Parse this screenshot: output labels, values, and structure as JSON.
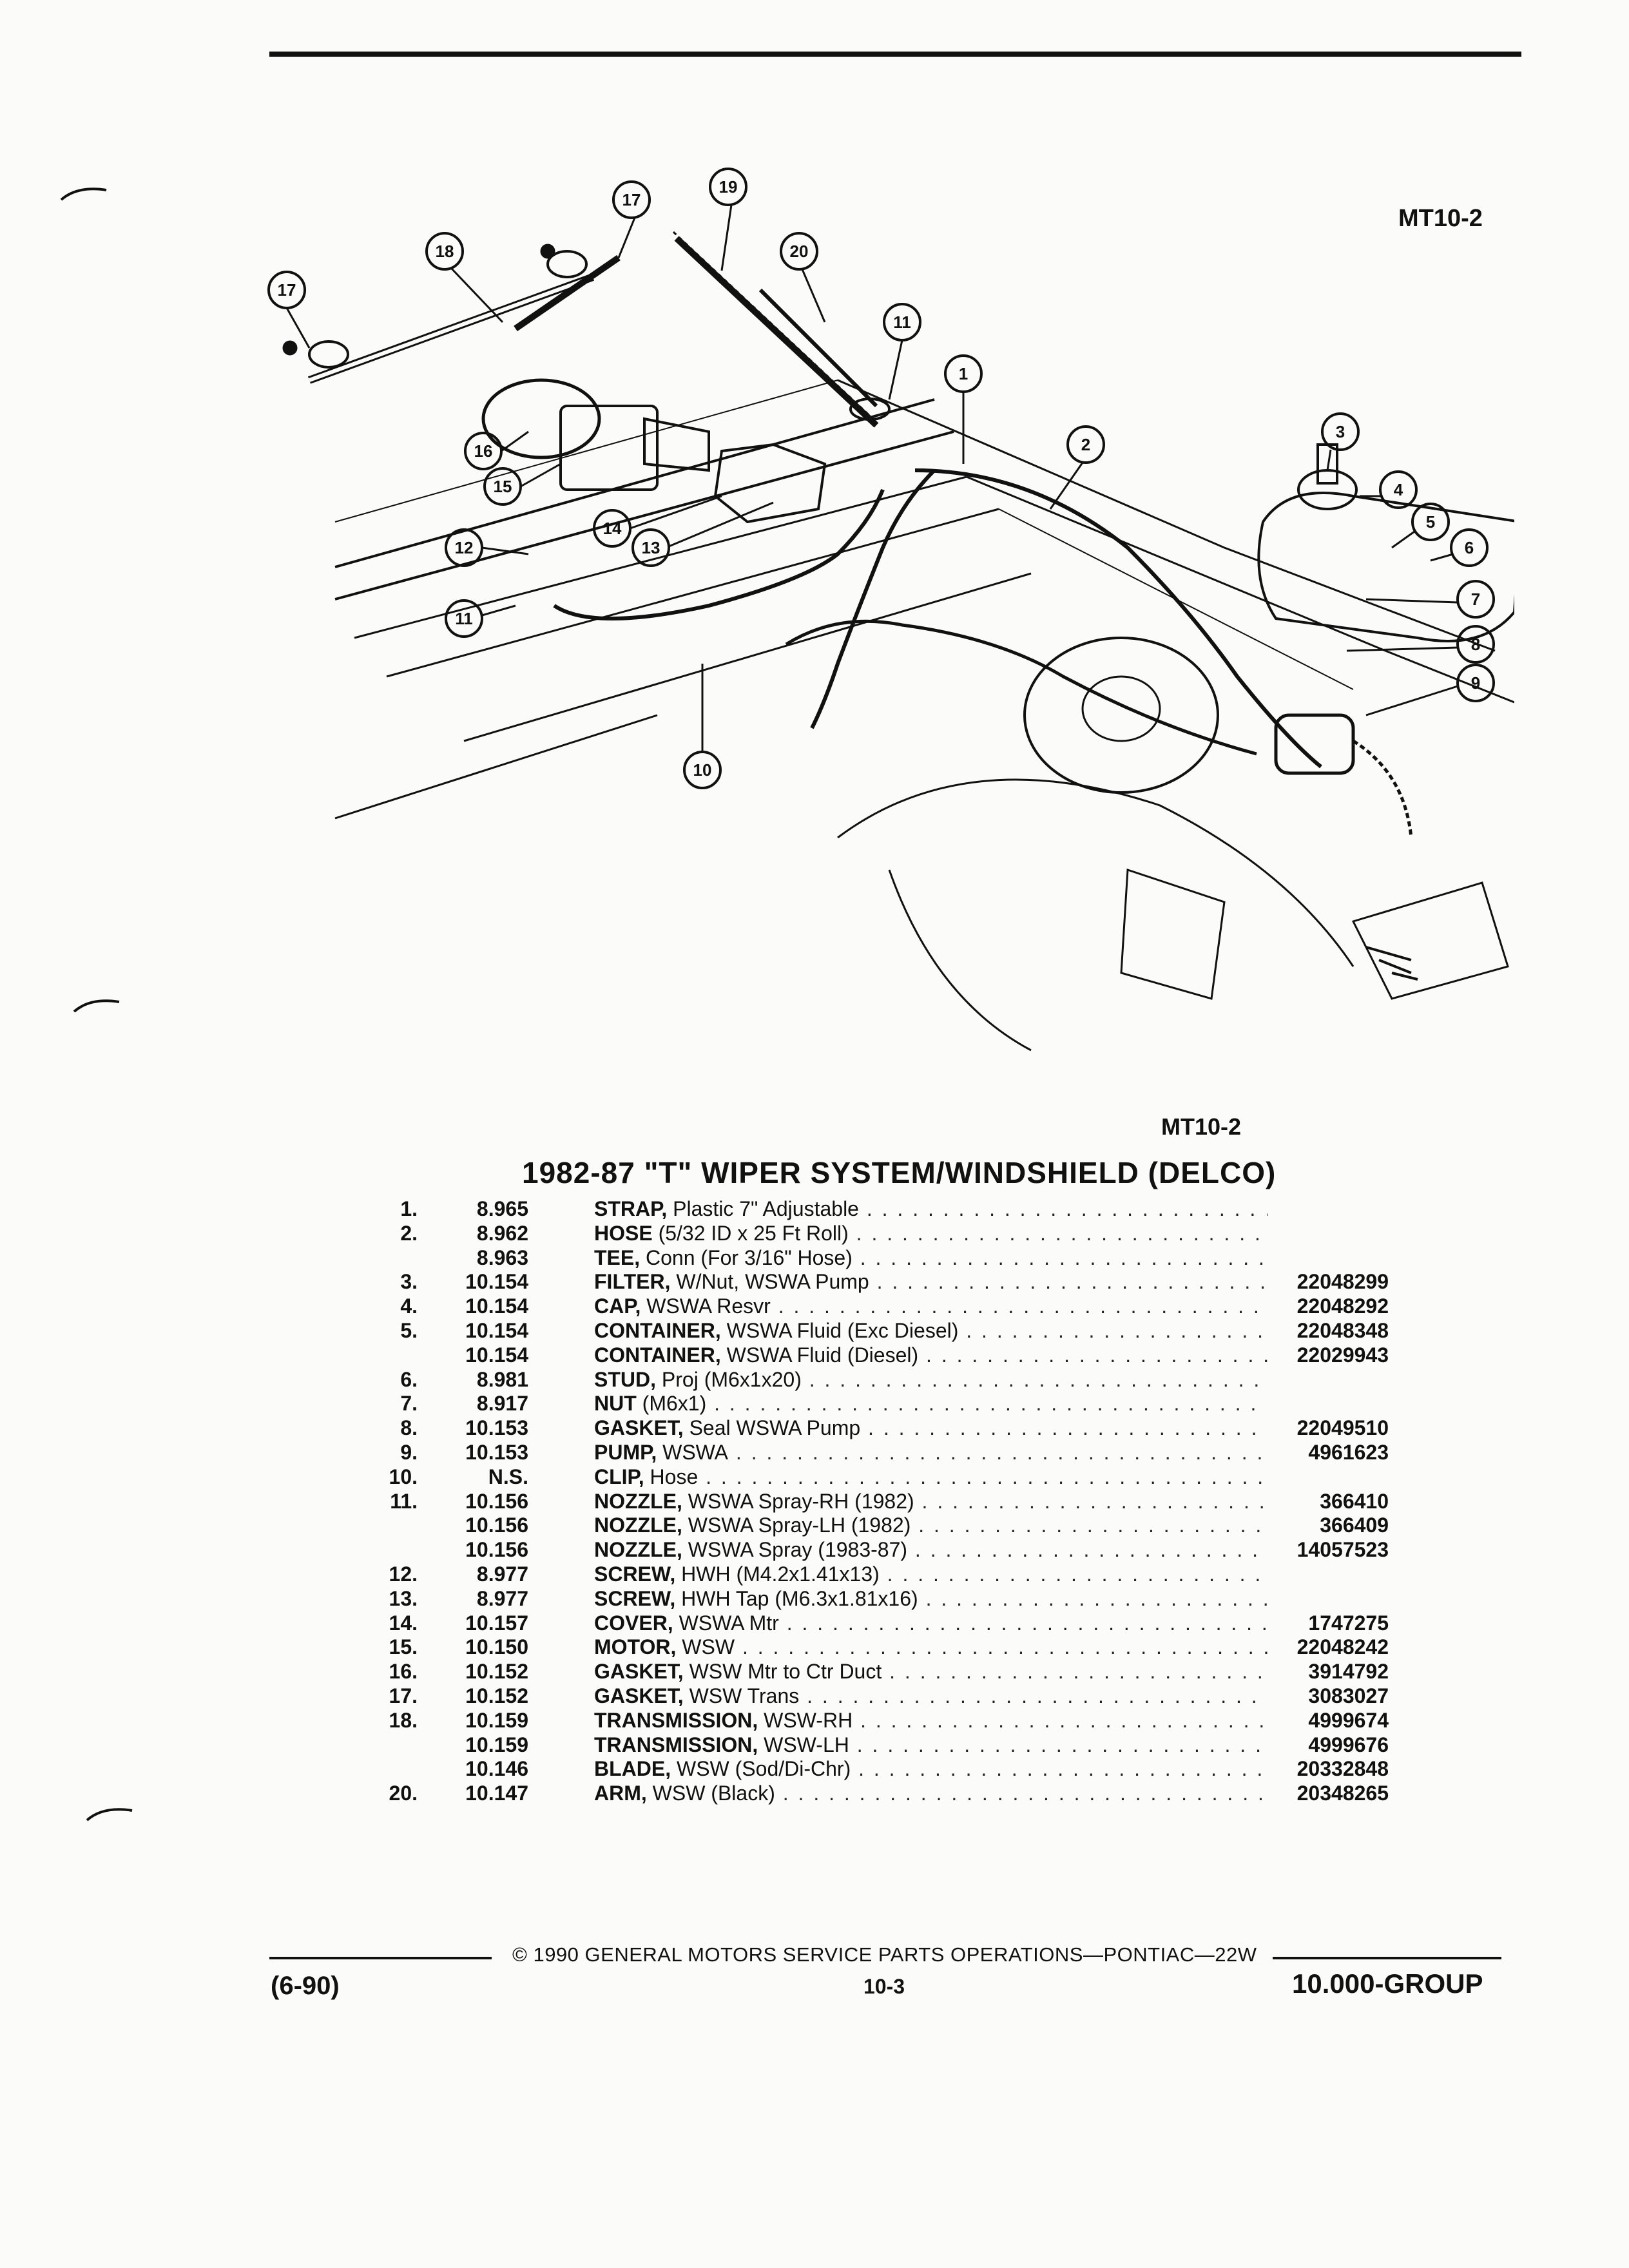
{
  "header": {
    "figure_code": "MT10-2"
  },
  "illustration": {
    "callouts": [
      "17",
      "18",
      "19",
      "20",
      "11",
      "1",
      "2",
      "3",
      "4",
      "5",
      "6",
      "7",
      "8",
      "9",
      "17",
      "16",
      "15",
      "14",
      "13",
      "12",
      "11",
      "10"
    ]
  },
  "section": {
    "figure_code": "MT10-2",
    "title": "1982-87 \"T\" WIPER SYSTEM/WINDSHIELD (DELCO)"
  },
  "parts": [
    {
      "num": "1.",
      "group": "8.965",
      "name": "STRAP,",
      "desc": " Plastic 7\" Adjustable",
      "pn": ""
    },
    {
      "num": "2.",
      "group": "8.962",
      "name": "HOSE",
      "desc": " (5/32 ID x 25 Ft Roll)",
      "pn": ""
    },
    {
      "num": "",
      "group": "8.963",
      "name": "TEE,",
      "desc": " Conn (For 3/16\" Hose)",
      "pn": ""
    },
    {
      "num": "3.",
      "group": "10.154",
      "name": "FILTER,",
      "desc": " W/Nut, WSWA Pump",
      "pn": "22048299"
    },
    {
      "num": "4.",
      "group": "10.154",
      "name": "CAP,",
      "desc": " WSWA Resvr",
      "pn": "22048292"
    },
    {
      "num": "5.",
      "group": "10.154",
      "name": "CONTAINER,",
      "desc": " WSWA Fluid (Exc Diesel)",
      "pn": "22048348"
    },
    {
      "num": "",
      "group": "10.154",
      "name": "CONTAINER,",
      "desc": " WSWA Fluid (Diesel)",
      "pn": "22029943"
    },
    {
      "num": "6.",
      "group": "8.981",
      "name": "STUD,",
      "desc": " Proj (M6x1x20)",
      "pn": ""
    },
    {
      "num": "7.",
      "group": "8.917",
      "name": "NUT",
      "desc": " (M6x1)",
      "pn": ""
    },
    {
      "num": "8.",
      "group": "10.153",
      "name": "GASKET,",
      "desc": " Seal WSWA Pump",
      "pn": "22049510"
    },
    {
      "num": "9.",
      "group": "10.153",
      "name": "PUMP,",
      "desc": " WSWA",
      "pn": "4961623"
    },
    {
      "num": "10.",
      "group": "N.S.",
      "name": "CLIP,",
      "desc": " Hose",
      "pn": ""
    },
    {
      "num": "11.",
      "group": "10.156",
      "name": "NOZZLE,",
      "desc": " WSWA Spray-RH (1982)",
      "pn": "366410"
    },
    {
      "num": "",
      "group": "10.156",
      "name": "NOZZLE,",
      "desc": " WSWA Spray-LH (1982)",
      "pn": "366409"
    },
    {
      "num": "",
      "group": "10.156",
      "name": "NOZZLE,",
      "desc": " WSWA Spray (1983-87)",
      "pn": "14057523"
    },
    {
      "num": "12.",
      "group": "8.977",
      "name": "SCREW,",
      "desc": " HWH (M4.2x1.41x13)",
      "pn": ""
    },
    {
      "num": "13.",
      "group": "8.977",
      "name": "SCREW,",
      "desc": " HWH Tap (M6.3x1.81x16)",
      "pn": ""
    },
    {
      "num": "14.",
      "group": "10.157",
      "name": "COVER,",
      "desc": " WSWA Mtr",
      "pn": "1747275"
    },
    {
      "num": "15.",
      "group": "10.150",
      "name": "MOTOR,",
      "desc": " WSW",
      "pn": "22048242"
    },
    {
      "num": "16.",
      "group": "10.152",
      "name": "GASKET,",
      "desc": " WSW Mtr to Ctr Duct",
      "pn": "3914792"
    },
    {
      "num": "17.",
      "group": "10.152",
      "name": "GASKET,",
      "desc": " WSW Trans",
      "pn": "3083027"
    },
    {
      "num": "18.",
      "group": "10.159",
      "name": "TRANSMISSION,",
      "desc": " WSW-RH",
      "pn": "4999674"
    },
    {
      "num": "",
      "group": "10.159",
      "name": "TRANSMISSION,",
      "desc": " WSW-LH",
      "pn": "4999676"
    },
    {
      "num": "",
      "group": "10.146",
      "name": "BLADE,",
      "desc": " WSW (Sod/Di-Chr)",
      "pn": "20332848"
    },
    {
      "num": "20.",
      "group": "10.147",
      "name": "ARM,",
      "desc": " WSW (Black)",
      "pn": "20348265"
    }
  ],
  "footer": {
    "copyright": "© 1990 GENERAL MOTORS SERVICE PARTS OPERATIONS—PONTIAC—22W",
    "date_code": "(6-90)",
    "page": "10-3",
    "group": "10.000-GROUP"
  }
}
